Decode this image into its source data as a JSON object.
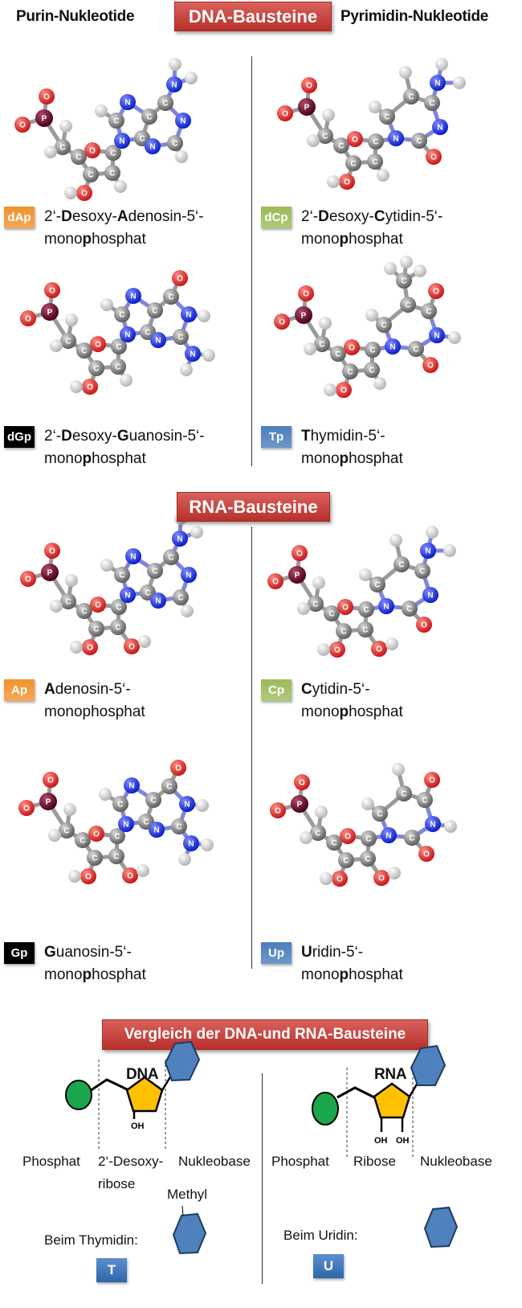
{
  "headers": {
    "purine": "Purin-Nukleotide",
    "pyrimidine": "Pyrimidin-Nukleotide",
    "dna_banner": "DNA-Bausteine",
    "rna_banner": "RNA-Bausteine",
    "compare_banner": "Vergleich der DNA-und RNA-Bausteine"
  },
  "atom_symbols": {
    "C": "C",
    "N": "N",
    "O": "O",
    "P": "P"
  },
  "colors": {
    "orange": "#f0922e",
    "green": "#9bbb59",
    "black": "#000000",
    "blue": "#4a7ebb",
    "banner_red": "#c0504d"
  },
  "nucleotides": [
    {
      "badge": "dAp",
      "color": "#f0922e",
      "line1": [
        [
          "2‘-",
          0
        ],
        [
          "D",
          1
        ],
        [
          "esoxy-",
          0
        ],
        [
          "A",
          1
        ],
        [
          "denosin-5‘-",
          0
        ]
      ],
      "line2": [
        [
          "mono",
          0
        ],
        [
          "p",
          1
        ],
        [
          "hosphat",
          0
        ]
      ]
    },
    {
      "badge": "dCp",
      "color": "#9bbb59",
      "line1": [
        [
          "2‘-",
          0
        ],
        [
          "D",
          1
        ],
        [
          "esoxy-",
          0
        ],
        [
          "C",
          1
        ],
        [
          "ytidin-5‘-",
          0
        ]
      ],
      "line2": [
        [
          "mono",
          0
        ],
        [
          "p",
          1
        ],
        [
          "hosphat",
          0
        ]
      ]
    },
    {
      "badge": "dGp",
      "color": "#000000",
      "line1": [
        [
          "2‘-",
          0
        ],
        [
          "D",
          1
        ],
        [
          "esoxy-",
          0
        ],
        [
          "G",
          1
        ],
        [
          "uanosin-5‘-",
          0
        ]
      ],
      "line2": [
        [
          "mono",
          0
        ],
        [
          "p",
          1
        ],
        [
          "hosphat",
          0
        ]
      ]
    },
    {
      "badge": "Tp",
      "color": "#4a7ebb",
      "line1": [
        [
          "T",
          1
        ],
        [
          "hymidin-5‘-",
          0
        ]
      ],
      "line2": [
        [
          "mono",
          0
        ],
        [
          "p",
          1
        ],
        [
          "hosphat",
          0
        ]
      ]
    },
    {
      "badge": "Ap",
      "color": "#f0922e",
      "line1": [
        [
          "A",
          1
        ],
        [
          "denosin-5‘-",
          0
        ]
      ],
      "line2": [
        [
          "monophosphat",
          0
        ]
      ]
    },
    {
      "badge": "Cp",
      "color": "#9bbb59",
      "line1": [
        [
          "C",
          1
        ],
        [
          "ytidin-5‘-",
          0
        ]
      ],
      "line2": [
        [
          "mono",
          0
        ],
        [
          "p",
          1
        ],
        [
          "hosphat",
          0
        ]
      ]
    },
    {
      "badge": "Gp",
      "color": "#000000",
      "line1": [
        [
          "G",
          1
        ],
        [
          "uanosin-5‘-",
          0
        ]
      ],
      "line2": [
        [
          "mono",
          0
        ],
        [
          "p",
          1
        ],
        [
          "hosphat",
          0
        ]
      ]
    },
    {
      "badge": "Up",
      "color": "#4a7ebb",
      "line1": [
        [
          "U",
          1
        ],
        [
          "ridin-5‘-",
          0
        ]
      ],
      "line2": [
        [
          "mono",
          0
        ],
        [
          "p",
          1
        ],
        [
          "hosphat",
          0
        ]
      ]
    }
  ],
  "comparison": {
    "dna": {
      "title": "DNA",
      "oh": "OH",
      "phosphate": "Phosphat",
      "sugar_line1": "2‘-Desoxy-",
      "sugar_line2": "ribose",
      "base": "Nukleobase",
      "methyl": "Methyl",
      "special": "Beim Thymidin:",
      "badge": "T"
    },
    "rna": {
      "title": "RNA",
      "oh1": "OH",
      "oh2": "OH",
      "phosphate": "Phosphat",
      "sugar": "Ribose",
      "base": "Nukleobase",
      "special": "Beim Uridin:",
      "badge": "U"
    }
  }
}
